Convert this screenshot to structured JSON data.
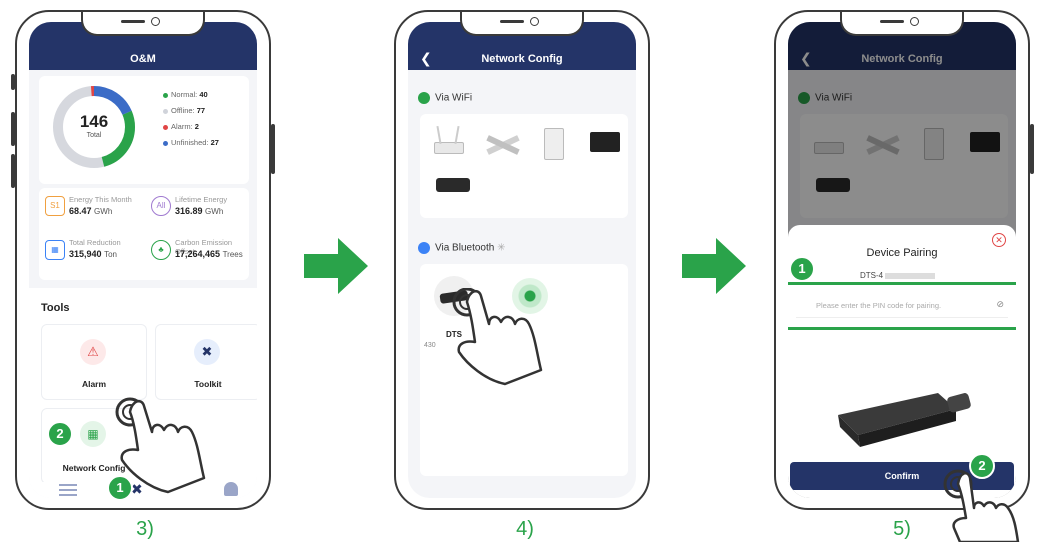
{
  "colors": {
    "navy": "#243468",
    "green": "#2aa34a",
    "normal": "#2aa34a",
    "offline": "#d6d8de",
    "alarm": "#e04545",
    "unfinished": "#3b6cc7"
  },
  "captions": [
    "3)",
    "4)",
    "5)"
  ],
  "phone1": {
    "title": "O&M",
    "donut": {
      "total": "146",
      "total_label": "Total",
      "segments": [
        {
          "name": "Normal",
          "value": 40
        },
        {
          "name": "Offline",
          "value": 77
        },
        {
          "name": "Alarm",
          "value": 2
        },
        {
          "name": "Unfinished",
          "value": 27
        }
      ]
    },
    "legend": [
      {
        "label": "Normal:",
        "value": "40",
        "color": "#2aa34a"
      },
      {
        "label": "Offline:",
        "value": "77",
        "color": "#d0d3da"
      },
      {
        "label": "Alarm:",
        "value": "2",
        "color": "#e04545"
      },
      {
        "label": "Unfinished:",
        "value": "27",
        "color": "#3b6cc7"
      }
    ],
    "stats": [
      {
        "icon": "S1",
        "label": "Energy This Month",
        "value": "68.47",
        "unit": "GWh"
      },
      {
        "icon": "All",
        "label": "Lifetime Energy",
        "value": "316.89",
        "unit": "GWh"
      },
      {
        "icon": "▦",
        "label": "Total Reduction",
        "value": "315,940",
        "unit": "Ton"
      },
      {
        "icon": "♣",
        "label": "Carbon Emission Offset",
        "value": "17,264,465",
        "unit": "Trees"
      }
    ],
    "tools_title": "Tools",
    "tools": [
      {
        "label": "Alarm",
        "icon": "alarm-icon"
      },
      {
        "label": "Toolkit",
        "icon": "toolkit-icon"
      },
      {
        "label": "Network Config",
        "icon": "network-config-icon"
      }
    ],
    "steps": [
      "1",
      "2"
    ]
  },
  "phone2": {
    "title": "Network Config",
    "wifi_label": "Via WiFi",
    "bt_label": "Via Bluetooth",
    "device_name": "DTS",
    "device_serial": "430"
  },
  "phone3": {
    "title": "Network Config",
    "wifi_label": "Via WiFi",
    "dialog_title": "Device Pairing",
    "device_id": "DTS-4",
    "pin_placeholder": "Please enter the PIN code for pairing.",
    "confirm_label": "Confirm",
    "steps": [
      "1",
      "2"
    ]
  }
}
